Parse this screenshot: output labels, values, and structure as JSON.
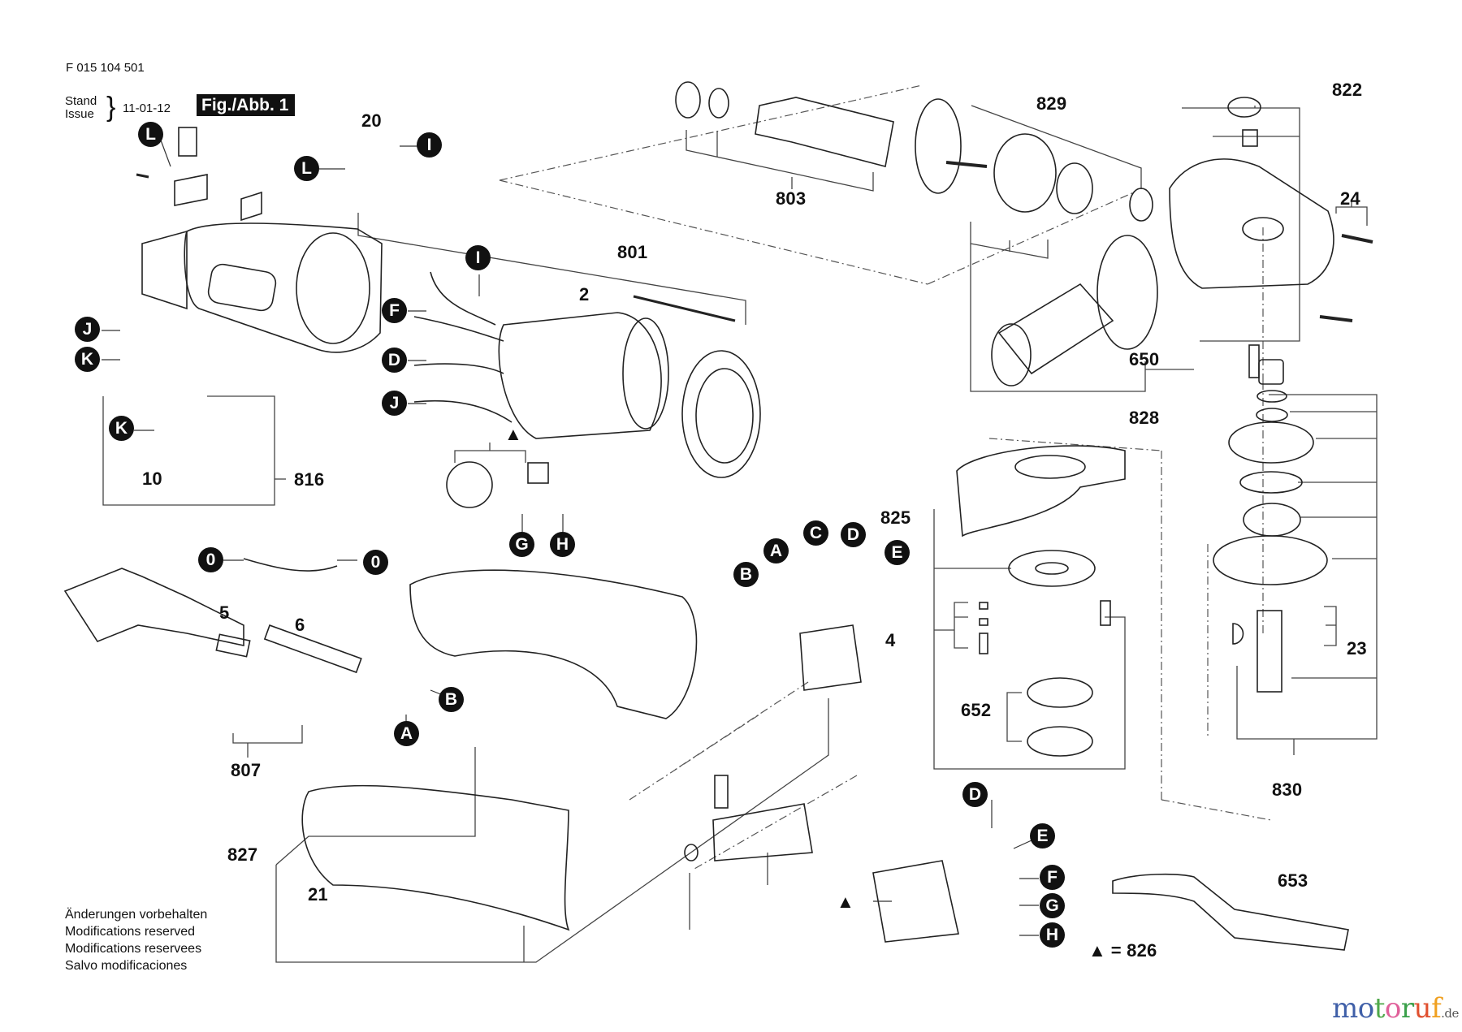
{
  "document": {
    "part_number": "F 015 104 501",
    "stand_label": "Stand",
    "issue_label": "Issue",
    "date": "11-01-12",
    "figure_label": "Fig./Abb. 1"
  },
  "part_labels": {
    "p2": "2",
    "p4": "4",
    "p5": "5",
    "p6": "6",
    "p10": "10",
    "p20": "20",
    "p21": "21",
    "p23": "23",
    "p24": "24",
    "p650": "650",
    "p652": "652",
    "p653": "653",
    "p801": "801",
    "p803": "803",
    "p807": "807",
    "p816": "816",
    "p822": "822",
    "p825": "825",
    "p827": "827",
    "p828": "828",
    "p829": "829",
    "p830": "830"
  },
  "connectors": {
    "L1": "L",
    "L2": "L",
    "I1": "I",
    "I2": "I",
    "J1": "J",
    "K1": "K",
    "K2": "K",
    "F1": "F",
    "D1": "D",
    "J2": "J",
    "G1": "G",
    "H1": "H",
    "O1": "0",
    "O2": "0",
    "B1": "B",
    "A1": "A",
    "B2": "B",
    "A2": "A",
    "C2": "C",
    "D2": "D",
    "E2": "E",
    "D3": "D",
    "E3": "E",
    "F3": "F",
    "G3": "G",
    "H3": "H"
  },
  "legend": {
    "triangle_symbol": "▲",
    "triangle_equals": "= 826"
  },
  "notes": [
    "Änderungen vorbehalten",
    "Modifications reserved",
    "Modifications reservees",
    "Salvo modificaciones"
  ],
  "watermark": {
    "letters": [
      "m",
      "o",
      "t",
      "o",
      "r",
      "u",
      "f"
    ],
    "colors": [
      "#3f5fa8",
      "#3f5fa8",
      "#4fa84a",
      "#e0609a",
      "#3aa04a",
      "#e0502f",
      "#f0a020"
    ],
    "suffix": ".de"
  }
}
